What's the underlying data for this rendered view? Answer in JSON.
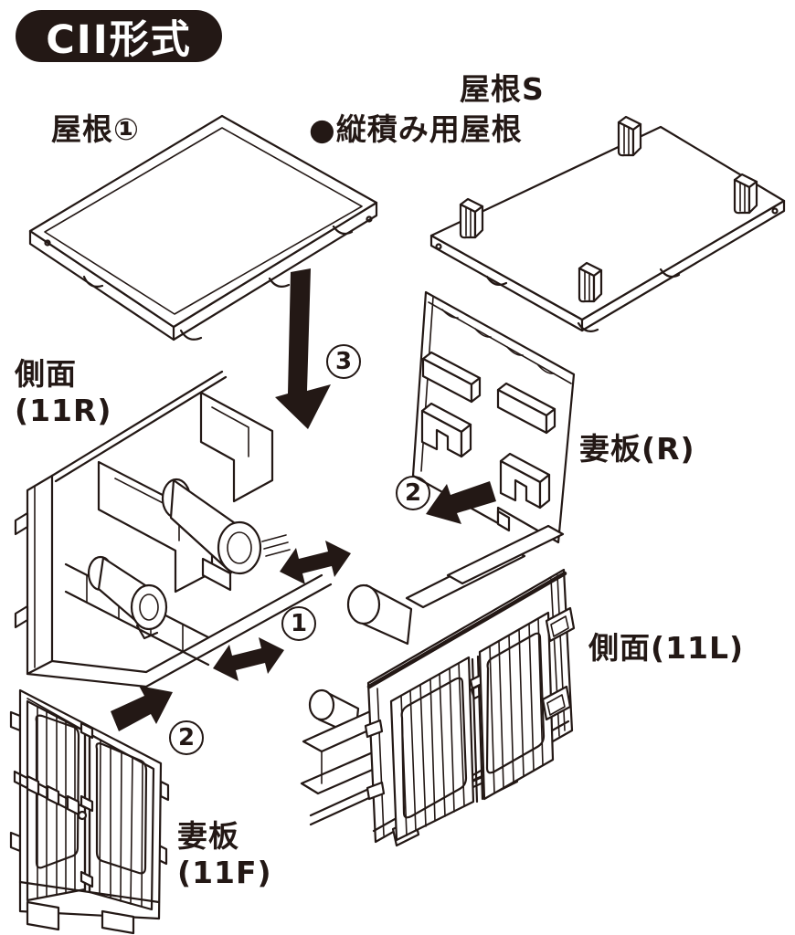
{
  "colors": {
    "ink": "#231815",
    "paper": "#ffffff"
  },
  "badge": {
    "label": "CII形式"
  },
  "parts": {
    "roof_1": {
      "label": "屋根①"
    },
    "roof_s": {
      "label": "屋根S",
      "note": "●縦積み用屋根"
    },
    "side_11r": {
      "label_line1": "側面",
      "label_line2": "(11R)"
    },
    "end_plate_r": {
      "label": "妻板(R)"
    },
    "side_11l": {
      "label": "側面(11L)"
    },
    "end_plate_11f": {
      "label_line1": "妻板",
      "label_line2": "(11F)"
    }
  },
  "steps": {
    "one": "1",
    "two": "2",
    "three": "3"
  }
}
